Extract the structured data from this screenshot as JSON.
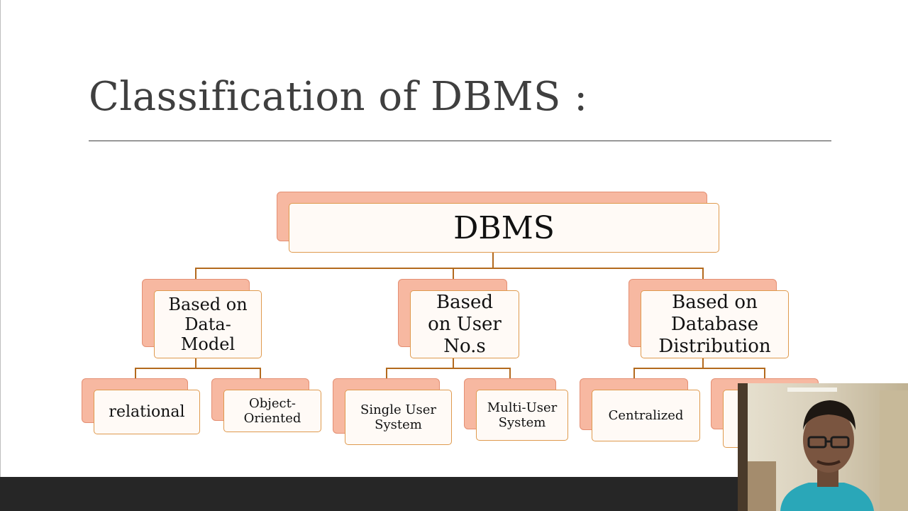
{
  "slide": {
    "title": "Classification of DBMS :"
  },
  "diagram": {
    "root": {
      "label": "DBMS"
    },
    "categories": [
      {
        "label": "Based on\nData-\nModel",
        "children": [
          {
            "label": "relational"
          },
          {
            "label": "Object-\nOriented"
          }
        ]
      },
      {
        "label": "Based\non User\nNo.s",
        "children": [
          {
            "label": "Single User\nSystem"
          },
          {
            "label": "Multi-User\nSystem"
          }
        ]
      },
      {
        "label": "Based on\nDatabase\nDistribution",
        "children": [
          {
            "label": "Centralized"
          },
          {
            "label": ""
          }
        ]
      }
    ]
  },
  "colors": {
    "node_back": "#f7b8a1",
    "node_front": "#fffaf6",
    "node_border": "#df9a4e",
    "connector": "#b36a1e",
    "bottom_bar": "#262626"
  }
}
